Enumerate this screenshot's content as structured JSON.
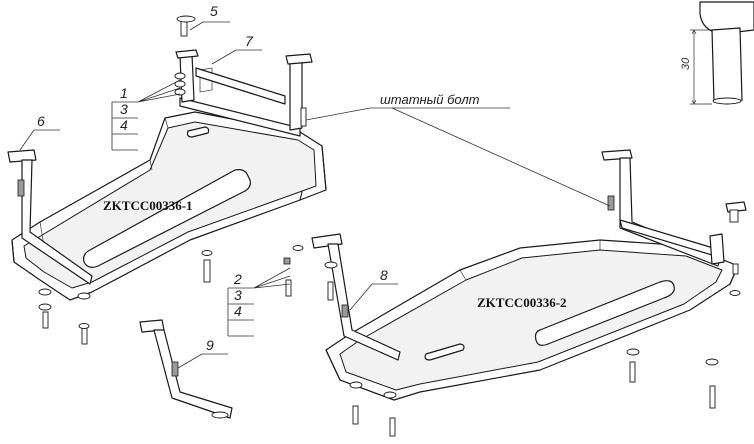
{
  "parts": {
    "left_code": "ZKTCC00336-1",
    "right_code": "ZKTCC00336-2"
  },
  "callouts": {
    "c1": "1",
    "c2": "2",
    "c3a": "3",
    "c3b": "3",
    "c4a": "4",
    "c4b": "4",
    "c5": "5",
    "c6": "6",
    "c7": "7",
    "c8": "8",
    "c9": "9"
  },
  "note": "штатный болт",
  "dimension": "30"
}
